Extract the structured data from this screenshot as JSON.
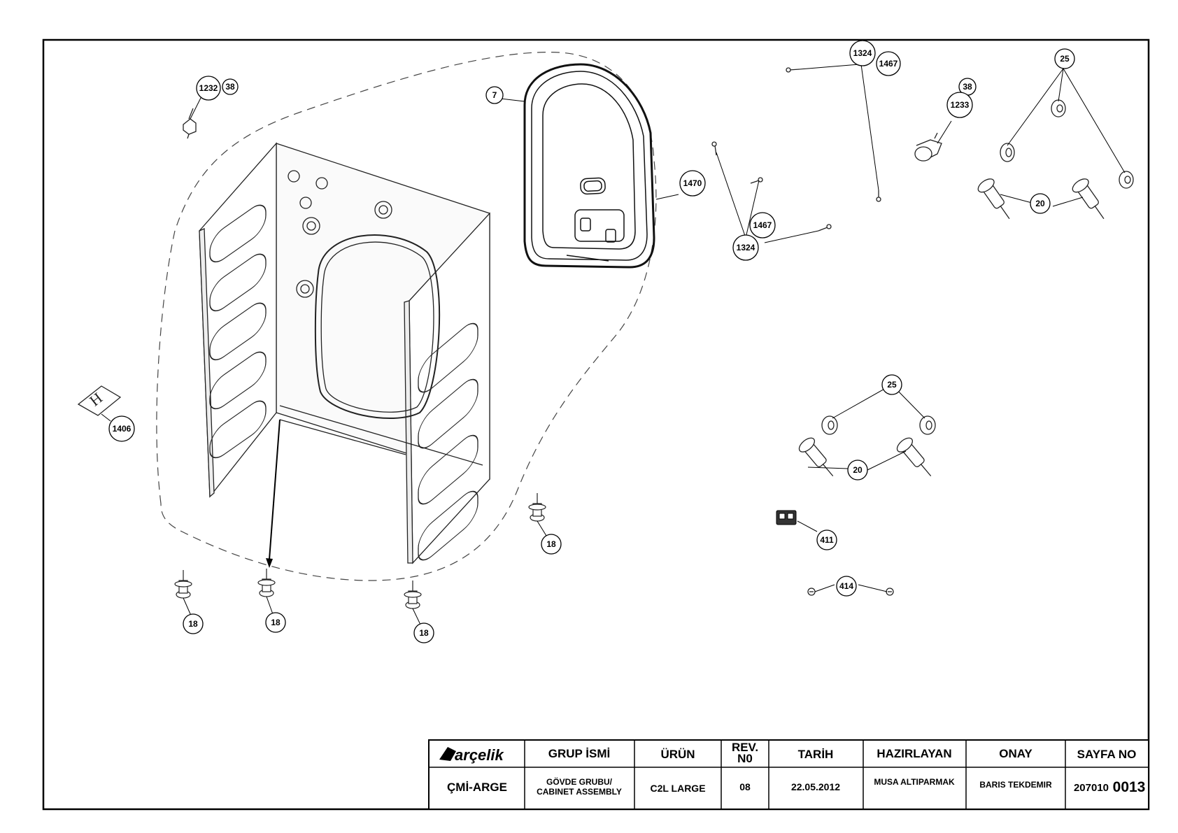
{
  "callouts": [
    {
      "id": "c1232",
      "label": "1232"
    },
    {
      "id": "c38a",
      "label": "38"
    },
    {
      "id": "c7",
      "label": "7"
    },
    {
      "id": "c1470",
      "label": "1470"
    },
    {
      "id": "c1324a",
      "label": "1324"
    },
    {
      "id": "c1467a",
      "label": "1467"
    },
    {
      "id": "c38b",
      "label": "38"
    },
    {
      "id": "c1233",
      "label": "1233"
    },
    {
      "id": "c25a",
      "label": "25"
    },
    {
      "id": "c20a",
      "label": "20"
    },
    {
      "id": "c1467b",
      "label": "1467"
    },
    {
      "id": "c1324b",
      "label": "1324"
    },
    {
      "id": "c1406",
      "label": "1406"
    },
    {
      "id": "c25b",
      "label": "25"
    },
    {
      "id": "c20b",
      "label": "20"
    },
    {
      "id": "c411",
      "label": "411"
    },
    {
      "id": "c414",
      "label": "414"
    },
    {
      "id": "c18a",
      "label": "18"
    },
    {
      "id": "c18b",
      "label": "18"
    },
    {
      "id": "c18c",
      "label": "18"
    },
    {
      "id": "c18d",
      "label": "18"
    }
  ],
  "title_block": {
    "logo": "arçelik",
    "headers": {
      "group_name": "GRUP İSMİ",
      "product": "ÜRÜN",
      "rev_no": "REV. N0",
      "date": "TARİH",
      "prepared_by": "HAZIRLAYAN",
      "approval": "ONAY",
      "page_no": "SAYFA NO"
    },
    "values": {
      "department": "ÇMİ-ARGE",
      "group_name_line1": "GÖVDE GRUBU/",
      "group_name_line2": "CABINET ASSEMBLY",
      "product": "C2L LARGE",
      "rev_no": "08",
      "date": "22.05.2012",
      "prepared_by": "MUSA ALTIPARMAK",
      "approval": "BARIS TEKDEMIR",
      "page_no_prefix": "207010",
      "page_no_suffix": "0013"
    }
  }
}
